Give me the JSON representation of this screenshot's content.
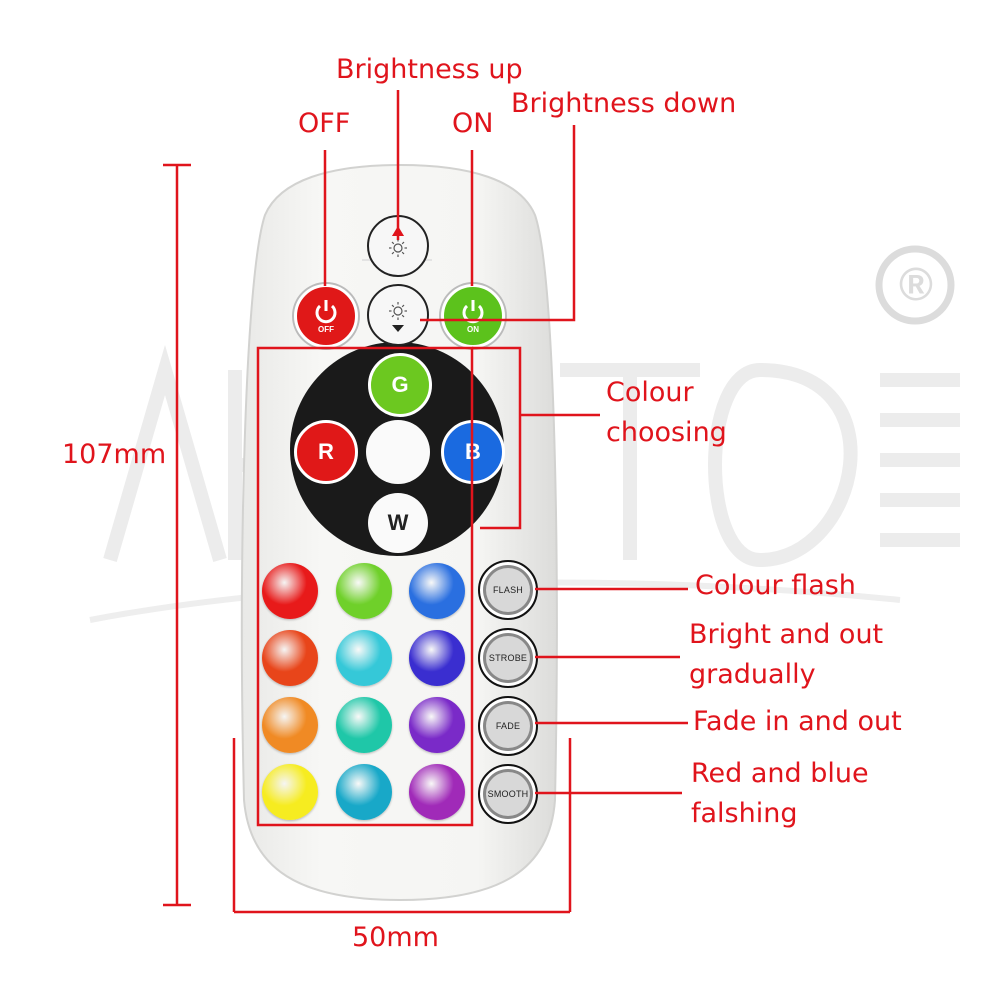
{
  "watermark": {
    "registered_mark": "®"
  },
  "remote": {
    "off_key": "OFF",
    "on_key": "ON",
    "color_keys": [
      "G",
      "R",
      "B",
      "W"
    ],
    "function_keys": [
      "FLASH",
      "STROBE",
      "FADE",
      "SMOOTH"
    ],
    "swatch_colors": [
      [
        "#e81a1a",
        "#6fd02a",
        "#2a6fe0"
      ],
      [
        "#e8451a",
        "#35c8d8",
        "#3a2ed0"
      ],
      [
        "#f08a24",
        "#1fc7a8",
        "#7a2ac8"
      ],
      [
        "#f6ec20",
        "#18a8c8",
        "#a02ab8"
      ]
    ]
  },
  "annotations": {
    "brightness_up": "Brightness up",
    "brightness_down": "Brightness down",
    "off": "OFF",
    "on": "ON",
    "colour_choosing_1": "Colour",
    "colour_choosing_2": "choosing",
    "colour_flash": "Colour flash",
    "bright_out_1": "Bright and out",
    "bright_out_2": "gradually",
    "fade": "Fade in and out",
    "red_blue_1": "Red and blue",
    "red_blue_2": "falshing",
    "height": "107mm",
    "width": "50mm"
  },
  "colors": {
    "annotation": "#e0141c",
    "body": "#f4f4f2",
    "key_off": "#e01818",
    "key_on": "#5cc21c"
  }
}
